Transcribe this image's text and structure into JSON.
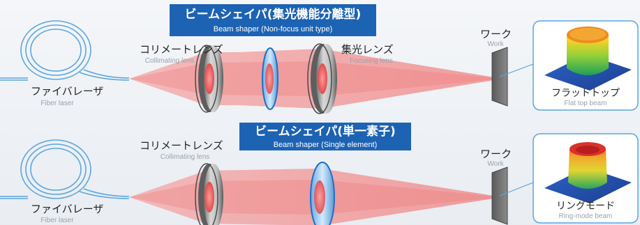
{
  "colors": {
    "accent_blue": "#1d63b4",
    "beam": "#f28a8a",
    "lens_gray": "#9a9a9a",
    "card_border": "#5aa6e0",
    "text_secondary": "#9aa2ab"
  },
  "rows": [
    {
      "title_jp": "ビームシェイパ(集光機能分離型)",
      "title_en": "Beam shaper (Non-focus unit type)",
      "fiber_jp": "ファイバレーザ",
      "fiber_en": "Fiber laser",
      "collimating_jp": "コリメートレンズ",
      "collimating_en": "Collimating lens",
      "focusing_jp": "集光レンズ",
      "focusing_en": "Focusing lens",
      "work_jp": "ワーク",
      "work_en": "Work",
      "result_jp": "フラットトップ",
      "result_en": "Flat top beam",
      "result_icon": "flat-top-profile-icon"
    },
    {
      "title_jp": "ビームシェイパ(単一素子)",
      "title_en": "Beam shaper (Single element)",
      "fiber_jp": "ファイバレーザ",
      "fiber_en": "Fiber laser",
      "collimating_jp": "コリメートレンズ",
      "collimating_en": "Collimating lens",
      "work_jp": "ワーク",
      "work_en": "Work",
      "result_jp": "リングモード",
      "result_en": "Ring-mode beam",
      "result_icon": "ring-mode-profile-icon"
    }
  ]
}
